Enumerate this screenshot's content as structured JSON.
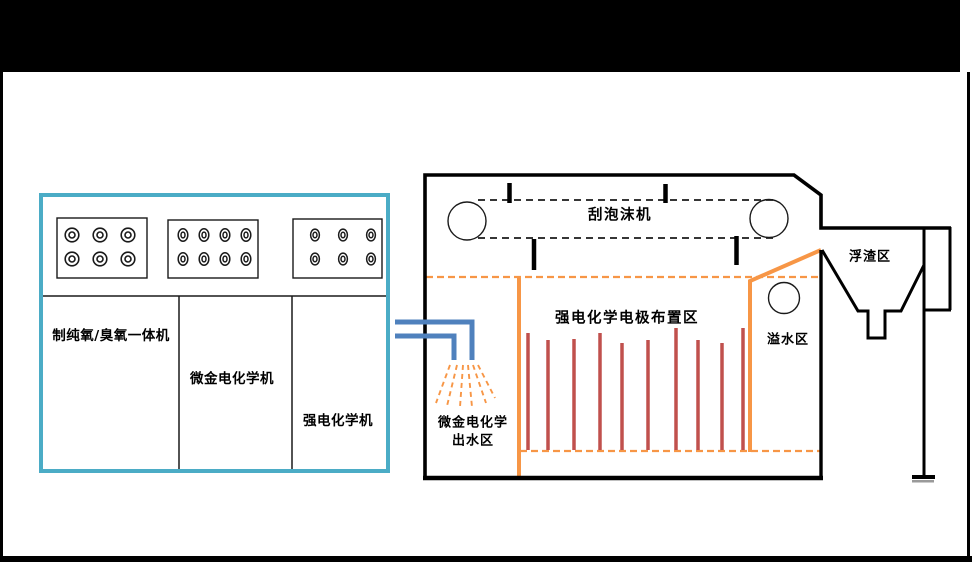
{
  "colors": {
    "frame": "#000000",
    "machine_box_border": "#4BACC6",
    "pipe_blue": "#4F81BD",
    "orange": "#F79646",
    "electrode_red": "#C0504D",
    "outline_black": "#000000"
  },
  "machine_box": {
    "sections": [
      {
        "label": "制纯氧/臭氧一体机"
      },
      {
        "label": "微金电化学机"
      },
      {
        "label": "强电化学机"
      }
    ]
  },
  "tank": {
    "scraper_label": "刮泡沫机",
    "scum_zone_label": "浮渣区",
    "overflow_zone_label": "溢水区",
    "electrode_zone_label": "强电化学电极布置区",
    "outlet_zone_label_line1": "微金电化学",
    "outlet_zone_label_line2": "出水区",
    "electrode_count": 10
  }
}
